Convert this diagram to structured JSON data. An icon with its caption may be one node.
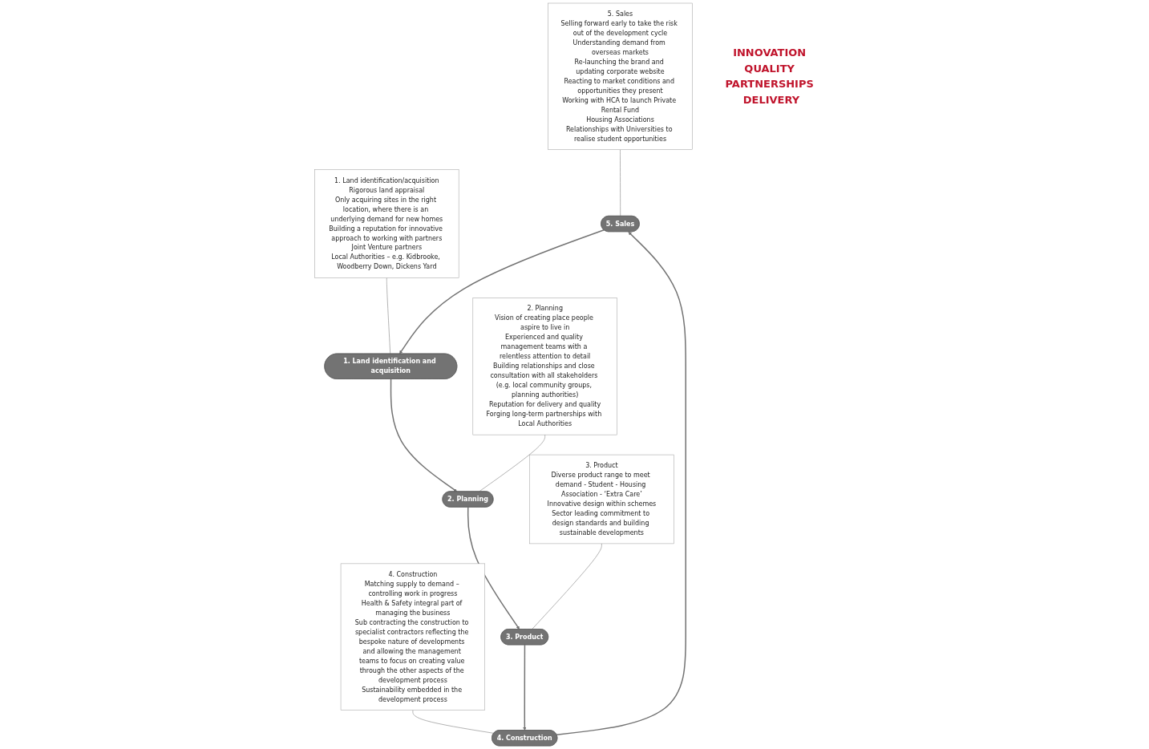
{
  "diagram": {
    "nodes": [
      {
        "text": [
          "5. Sales",
          "Selling forward early to take the risk out of the development cycle",
          "Understanding demand from overseas markets",
          "Re-launching the brand and updating corporate website",
          "Reacting to market conditions and opportunities they present",
          "Working with HCA to launch Private Rental Fund",
          "Housing Associations",
          "Relationships with Universities to realise student opportunities"
        ]
      },
      {
        "text": [
          "1. Land identification/acquisition",
          "Rigorous land appraisal",
          "Only acquiring sites in the right location, where there is an underlying demand for new homes",
          "Building a reputation for innovative approach to working with partners",
          "Joint Venture partners",
          "Local Authorities – e.g. Kidbrooke, Woodberry Down, Dickens Yard"
        ]
      },
      {
        "text": [
          "5. Sales"
        ]
      },
      {
        "text": [
          "1. Land identification and acquisition"
        ]
      },
      {
        "text": [
          "INNOVATION QUALITY PARTNERSHIPS DELIVERY"
        ]
      },
      {
        "text": [
          "4. Construction"
        ]
      },
      {
        "text": [
          "2. Planning"
        ]
      },
      {
        "text": [
          "4. Construction",
          "Matching supply to demand – controlling work in progress",
          "Health & Safety integral part of managing the business",
          "Sub contracting the construction to specialist contractors reflecting the bespoke nature of developments and allowing the management teams to focus on creating value through the other aspects of the development process",
          "Sustainability embedded in the development process"
        ]
      },
      {
        "text": [
          "3. Product"
        ]
      },
      {
        "text": [
          "2. Planning",
          "Vision of creating place people aspire to live in",
          "Experienced and quality management teams with a relentless attention to detail",
          "Building relationships and close consultation with all stakeholders (e.g. local community groups, planning authorities)",
          "Reputation for delivery and quality",
          "Forging long-term partnerships with Local Authorities"
        ]
      },
      {
        "text": [
          "3. Product",
          "Diverse product range to meet demand - Student - Housing Association - ‘Extra Care’",
          "Innovative design within schemes",
          "Sector leading commitment to design standards and building sustainable developments"
        ]
      }
    ],
    "edges": [
      {
        "from": 2,
        "to": 3,
        "arrow": "to"
      },
      {
        "from": 3,
        "to": 6,
        "arrow": "to"
      },
      {
        "from": 6,
        "to": 8,
        "arrow": "to"
      },
      {
        "from": 8,
        "to": 5,
        "arrow": "to"
      },
      {
        "from": 5,
        "to": 2,
        "arrow": "to"
      },
      {
        "from": 0,
        "to": 2,
        "arrow": "none"
      },
      {
        "from": 3,
        "to": 1,
        "arrow": "none"
      },
      {
        "from": 7,
        "to": 5,
        "arrow": "none"
      },
      {
        "from": 6,
        "to": 9,
        "arrow": "none"
      },
      {
        "from": 8,
        "to": 10,
        "arrow": "none"
      }
    ]
  }
}
